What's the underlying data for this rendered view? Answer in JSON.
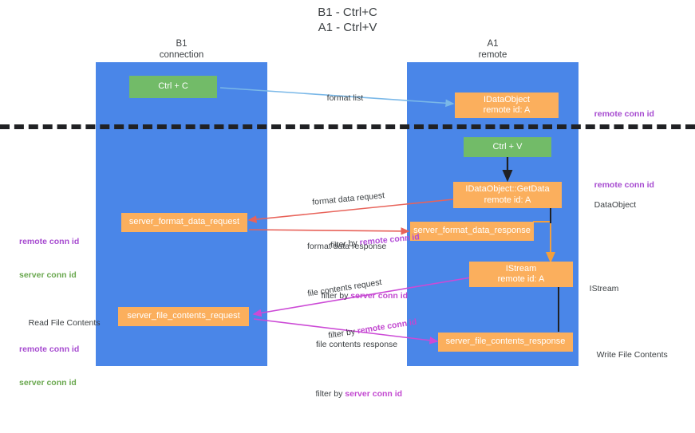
{
  "title": "B1 - Ctrl+C\nA1 - Ctrl+V",
  "columns": [
    {
      "name": "B1",
      "sub": "connection",
      "label": "B1\nconnection"
    },
    {
      "name": "A1",
      "sub": "remote",
      "label": "A1\nremote"
    }
  ],
  "boxes": {
    "ctrl_c": {
      "label": "Ctrl + C",
      "color": "#72bb68"
    },
    "idataobject": {
      "line1": "IDataObject",
      "line2": "remote id: A",
      "color": "#fbaf5d"
    },
    "ctrl_v": {
      "label": "Ctrl + V",
      "color": "#72bb68"
    },
    "getdata": {
      "line1": "IDataObject::GetData",
      "line2": "remote id: A",
      "color": "#fbaf5d"
    },
    "server_format_data_request": {
      "label": "server_format_data_request",
      "color": "#fbaf5d"
    },
    "server_format_data_response": {
      "label": "server_format_data_response",
      "color": "#fbaf5d"
    },
    "istream": {
      "line1": "IStream",
      "line2": "remote id: A",
      "color": "#fbaf5d"
    },
    "server_file_contents_request": {
      "label": "server_file_contents_request",
      "color": "#fbaf5d"
    },
    "server_file_contents_response": {
      "label": "server_file_contents_response",
      "color": "#fbaf5d"
    }
  },
  "edges": {
    "format_list": {
      "label": "format list"
    },
    "format_data_request": {
      "label": "format data request",
      "filter_prefix": "filter by ",
      "filter_key": "remote conn id"
    },
    "format_data_response": {
      "label": "format data response",
      "filter_prefix": "filter by ",
      "filter_key": "server conn id"
    },
    "file_contents_request": {
      "label": "file contents request",
      "filter_prefix": "filter by ",
      "filter_key": "remote conn id"
    },
    "file_contents_response": {
      "label": "file contents response",
      "filter_prefix": "filter by ",
      "filter_key": "server conn id"
    }
  },
  "annotations": {
    "right_remote_conn_id_top": "remote conn id",
    "right_remote_conn_id_mid": "remote conn id",
    "right_dataobject": "DataObject",
    "right_istream": "IStream",
    "right_write_file_contents": "Write File Contents",
    "left_remote_conn_id": "remote conn id",
    "left_server_conn_id": "server conn id",
    "left_read_file_contents": "Read File Contents",
    "left_remote_conn_id_2": "remote conn id",
    "left_server_conn_id_2": "server conn id"
  },
  "colors": {
    "lane": "#4a86e8",
    "green_box": "#72bb68",
    "orange_box": "#fbaf5d",
    "purple": "#a64ad0",
    "green_text": "#6aa84f",
    "red_arrow": "#e8635a",
    "pink_arrow": "#cc4ad6",
    "blue_arrow": "#7ab8e8",
    "black_arrow": "#202124",
    "divider": "#202124",
    "text": "#3c4043"
  }
}
